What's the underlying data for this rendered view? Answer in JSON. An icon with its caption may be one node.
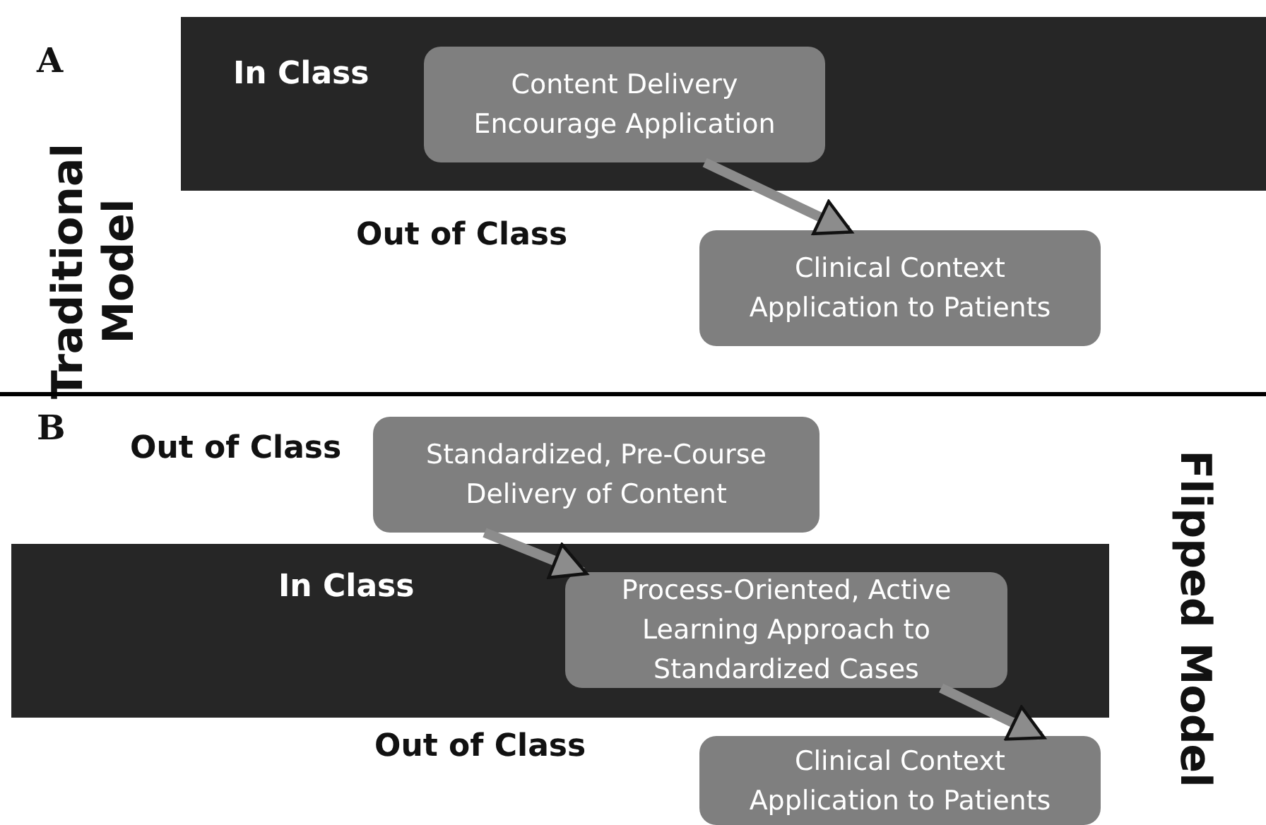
{
  "diagram": {
    "nodes": [
      {
        "text": [
          "In Class"
        ]
      },
      {
        "text": [
          "Content Delivery Encourage Application"
        ],
        "in": 0
      },
      {
        "text": [
          "Clinical Context Application to Patients"
        ]
      },
      {
        "text": [
          "In Class"
        ]
      },
      {
        "text": [
          "Standardized, Pre-Course Delivery of Content"
        ]
      },
      {
        "text": [
          "Process-Oriented, Active Learning Approach to Standardized Cases"
        ],
        "in": 3
      },
      {
        "text": [
          "Clinical Context Application to Patients"
        ]
      }
    ],
    "edges": [
      {
        "from": 1,
        "to": 2,
        "arrow": "to"
      },
      {
        "from": 4,
        "to": 5,
        "arrow": "to"
      },
      {
        "from": 5,
        "to": 6,
        "arrow": "to"
      }
    ],
    "labels": [
      "A",
      "Traditional Model",
      "Out of Class",
      "B",
      "Out of Class",
      "Out of Class",
      "Flipped Model"
    ]
  }
}
